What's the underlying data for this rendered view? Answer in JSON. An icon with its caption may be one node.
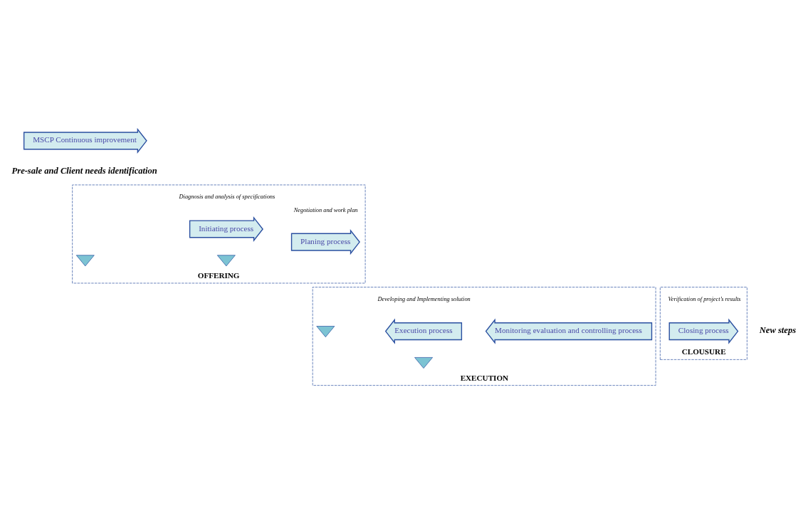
{
  "diagram": {
    "nodes": [
      {
        "text": [
          "Pre-sale and Client needs identification"
        ]
      },
      {
        "text": [
          "OFFERING"
        ]
      },
      {
        "text": [
          "Initiating process"
        ],
        "in": 1,
        "beside": [
          "Diagnosis and analysis of specifications"
        ]
      },
      {
        "text": [
          "Planing process"
        ],
        "in": 1,
        "beside": [
          "Negotiation and work plan"
        ]
      },
      {
        "text": [
          "EXECUTION"
        ]
      },
      {
        "text": [
          "Execution process"
        ],
        "in": 4,
        "beside": [
          "Developing and Implementing solution"
        ]
      },
      {
        "text": [
          "Monitoring evaluation and controlling process"
        ],
        "in": 4
      },
      {
        "text": [
          "CLOUSURE"
        ]
      },
      {
        "text": [
          "Closing process"
        ],
        "in": 7,
        "beside": [
          "Verification of project’s results"
        ]
      },
      {
        "text": [
          "New steps"
        ]
      },
      {
        "text": [
          "MSCP Continuous improvement"
        ]
      },
      {
        "text": [],
        "shape": "arrow",
        "in": 1
      },
      {
        "text": [],
        "shape": "arrow",
        "in": 1
      },
      {
        "text": [],
        "shape": "arrow",
        "in": 4
      },
      {
        "text": [],
        "shape": "arrow",
        "in": 4
      }
    ],
    "edges": []
  }
}
